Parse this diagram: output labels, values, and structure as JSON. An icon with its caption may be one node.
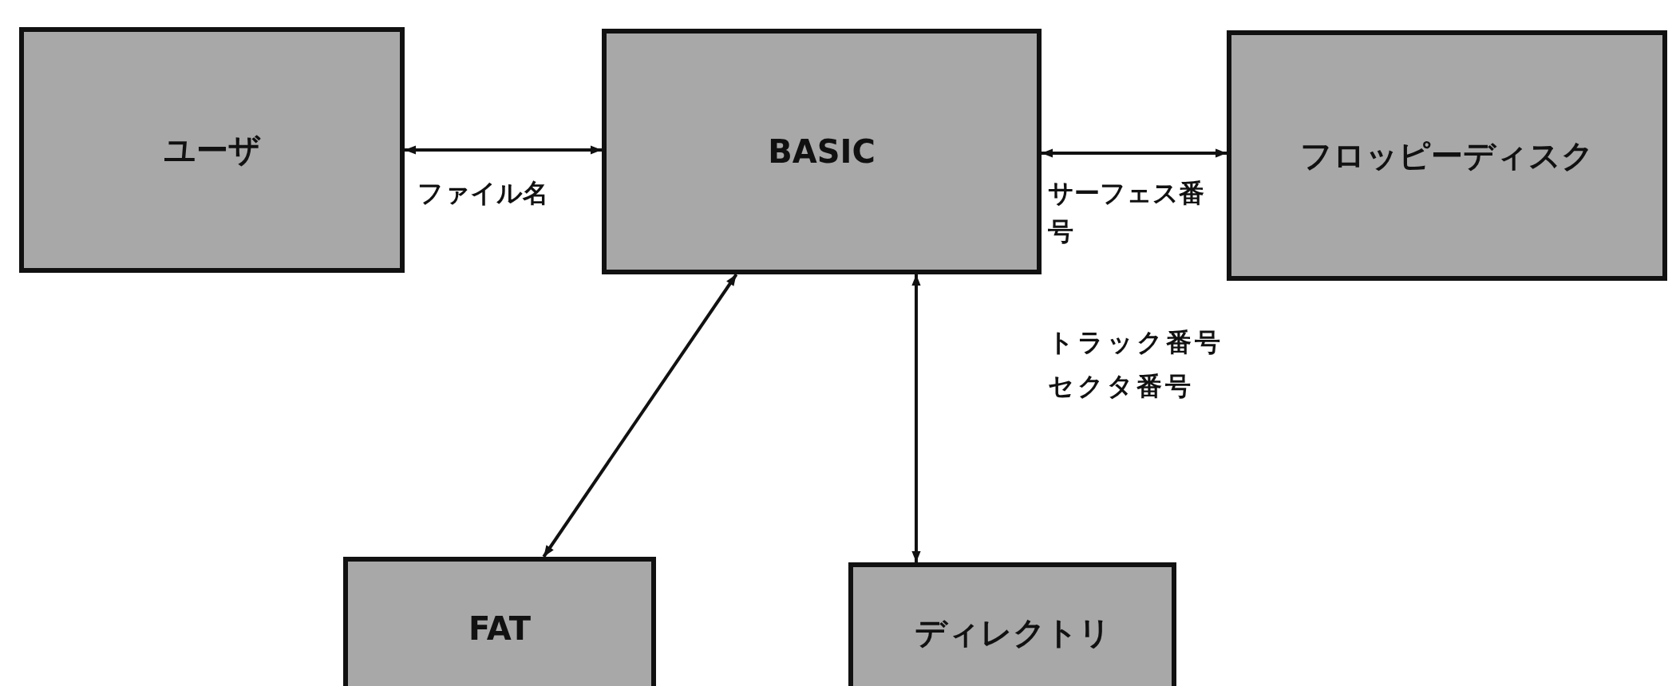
{
  "diagram": {
    "nodes": [
      {
        "text": [
          "ユーザ"
        ]
      },
      {
        "text": [
          "BASIC"
        ]
      },
      {
        "text": [
          "フロッピーディスク"
        ]
      },
      {
        "text": [
          "FAT"
        ]
      },
      {
        "text": [
          "ディレクトリ"
        ]
      }
    ],
    "edges": [
      {
        "from": 0,
        "to": 1,
        "arrow": "both",
        "label": "ファイル名"
      },
      {
        "from": 1,
        "to": 2,
        "arrow": "both",
        "label": "サーフェス番号"
      },
      {
        "from": 1,
        "to": 3,
        "arrow": "both"
      },
      {
        "from": 1,
        "to": 4,
        "arrow": "both"
      }
    ],
    "labels": [
      "トラック番号",
      "セクタ番号"
    ]
  }
}
